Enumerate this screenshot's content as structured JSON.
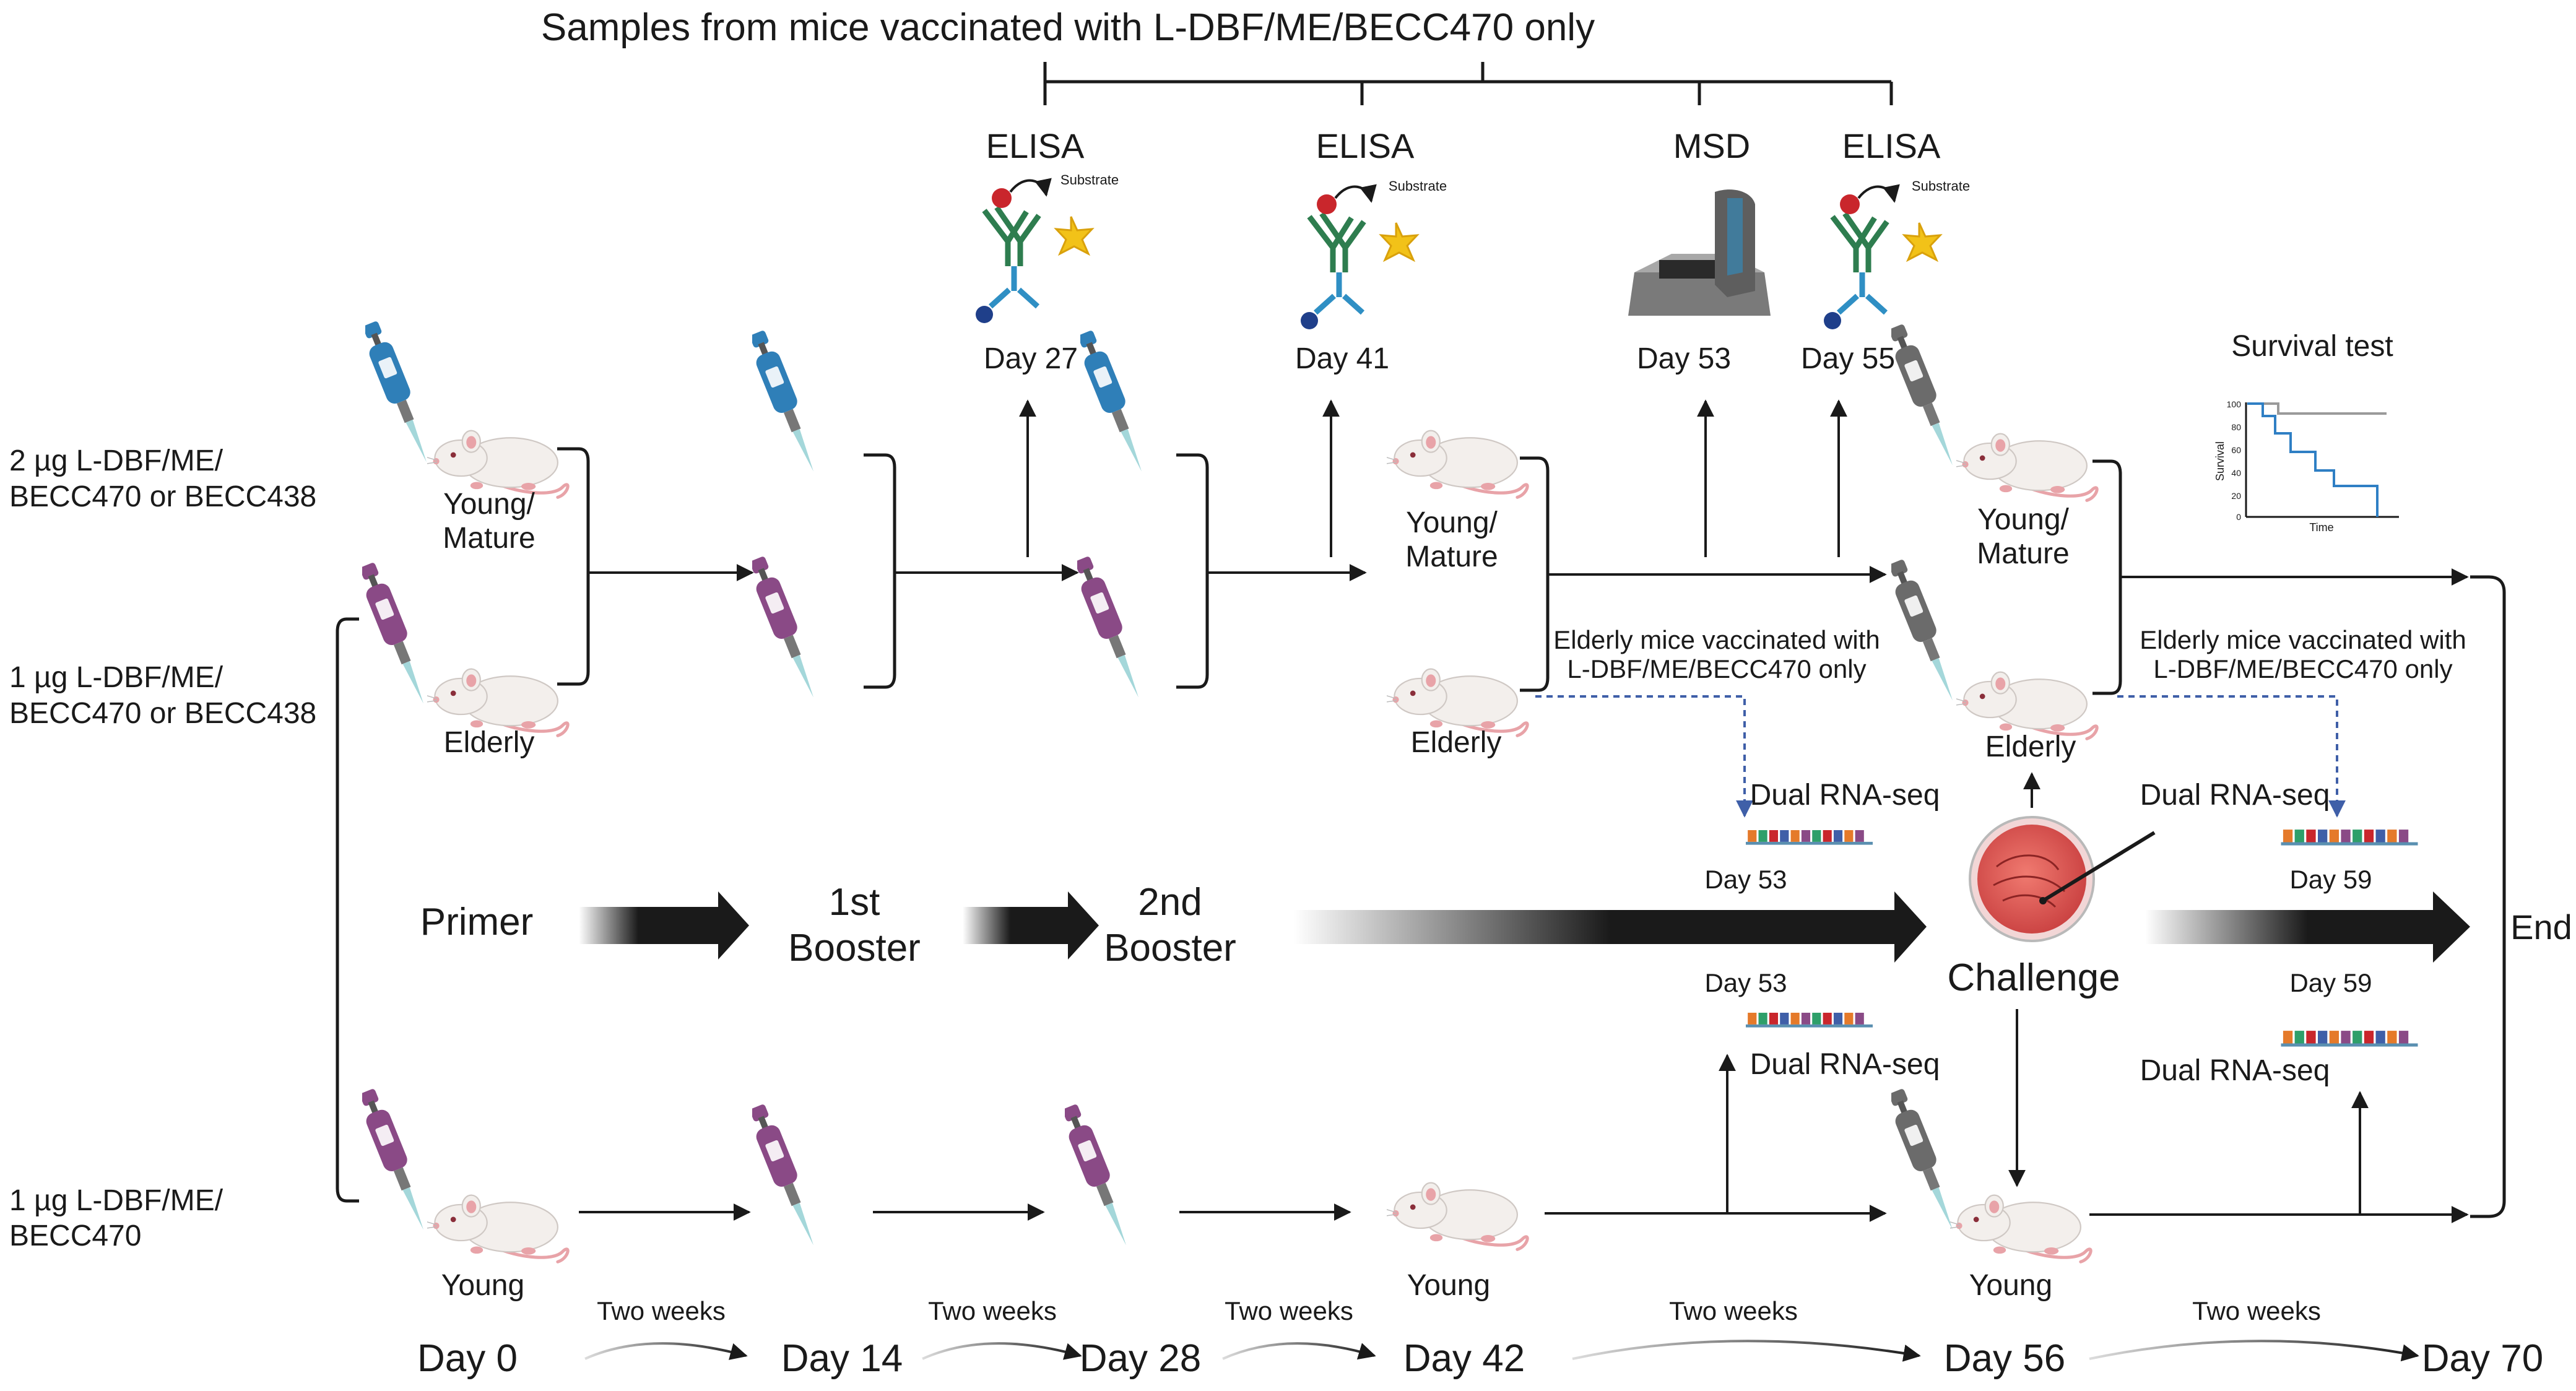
{
  "header": {
    "title": "Samples from mice vaccinated with L-DBF/ME/BECC470 only"
  },
  "assays": {
    "elisa1": {
      "label": "ELISA",
      "day": "Day 27",
      "substrate": "Substrate"
    },
    "elisa2": {
      "label": "ELISA",
      "day": "Day 41",
      "substrate": "Substrate"
    },
    "msd": {
      "label": "MSD",
      "day": "Day 53"
    },
    "elisa3": {
      "label": "ELISA",
      "day": "Day 55",
      "substrate": "Substrate"
    }
  },
  "survival": {
    "label": "Survival test",
    "ylabel": "Survival",
    "xlabel": "Time",
    "ticks": [
      "100",
      "80",
      "60",
      "40",
      "20",
      "0"
    ]
  },
  "groups": {
    "g1": {
      "dose_line1": "2 µg L-DBF/ME/",
      "dose_line2": "BECC470 or BECC438"
    },
    "g2": {
      "dose_line1": "1 µg L-DBF/ME/",
      "dose_line2": "BECC470 or BECC438"
    },
    "g3": {
      "dose_line1": "1 µg L-DBF/ME/",
      "dose_line2": "BECC470"
    }
  },
  "mice": {
    "young_mature_line1": "Young/",
    "young_mature_line2": "Mature",
    "elderly": "Elderly",
    "young": "Young"
  },
  "notes": {
    "elderly_line1": "Elderly mice vaccinated with",
    "elderly_line2": "L-DBF/ME/BECC470 only"
  },
  "rnaseq": {
    "label": "Dual RNA-seq",
    "day53": "Day 53",
    "day59": "Day 59"
  },
  "stages": {
    "primer": "Primer",
    "booster1_line1": "1st",
    "booster1_line2": "Booster",
    "booster2_line1": "2nd",
    "booster2_line2": "Booster",
    "challenge": "Challenge",
    "end": "End"
  },
  "timeline": {
    "days": [
      "Day 0",
      "Day 14",
      "Day 28",
      "Day 42",
      "Day 56",
      "Day 70"
    ],
    "interval": "Two weeks"
  },
  "colors": {
    "pipette_blue": "#2f7fb8",
    "pipette_purple": "#8a4a86",
    "pipette_gray": "#6b6b6b",
    "antibody_green": "#2e7d4f",
    "antibody_blue": "#2f8fc4",
    "antigen_red": "#c9262c",
    "substrate_yellow": "#f2c218",
    "mouse_body": "#f3efec",
    "mouse_pink": "#e8a3a8",
    "dashed_blue": "#3f5fa8",
    "petri_red": "#d9534f",
    "survival_blue": "#2f7fc4"
  }
}
